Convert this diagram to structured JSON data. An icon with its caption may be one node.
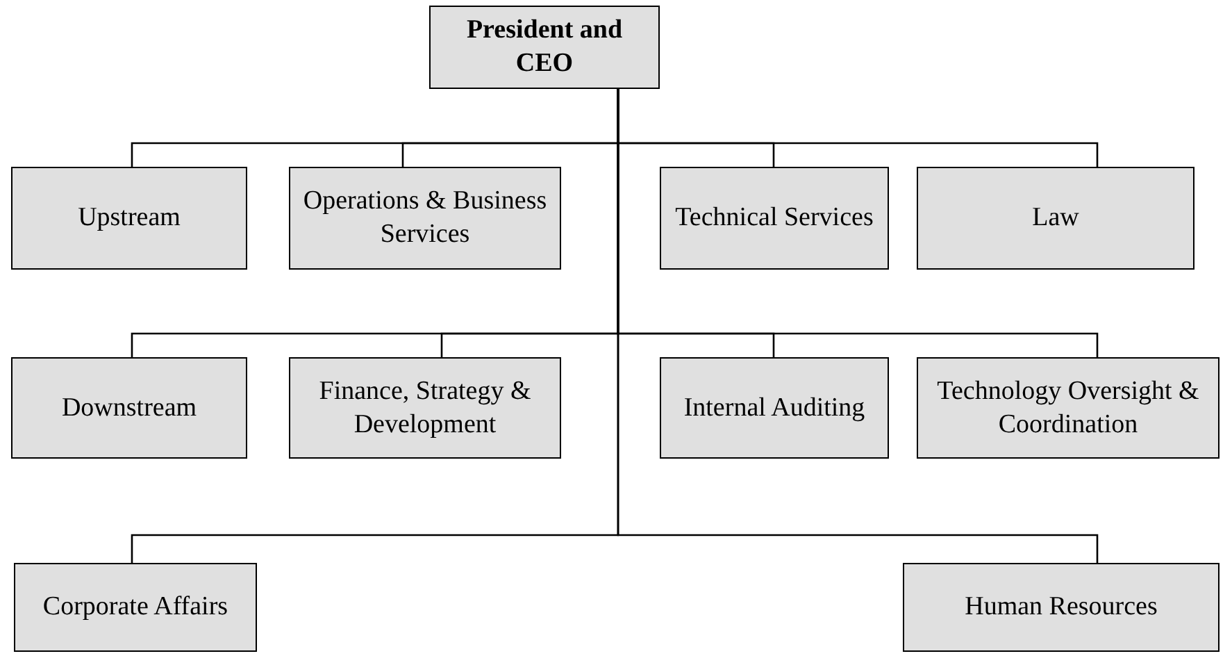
{
  "diagram": {
    "nodes": [
      {
        "text": [
          "President and CEO"
        ]
      },
      {
        "text": [
          "Upstream"
        ]
      },
      {
        "text": [
          "Operations & Business Services"
        ]
      },
      {
        "text": [
          "Technical Services"
        ]
      },
      {
        "text": [
          "Law"
        ]
      },
      {
        "text": [
          "Downstream"
        ]
      },
      {
        "text": [
          "Finance, Strategy & Development"
        ]
      },
      {
        "text": [
          "Internal Auditing"
        ]
      },
      {
        "text": [
          "Technology Oversight & Coordination"
        ]
      },
      {
        "text": [
          "Corporate Affairs"
        ]
      },
      {
        "text": [
          "Human Resources"
        ]
      }
    ],
    "edges": [
      {
        "from": 0,
        "to": 1,
        "arrow": "none"
      },
      {
        "from": 0,
        "to": 2,
        "arrow": "none"
      },
      {
        "from": 0,
        "to": 3,
        "arrow": "none"
      },
      {
        "from": 0,
        "to": 4,
        "arrow": "none"
      },
      {
        "from": 0,
        "to": 5,
        "arrow": "none"
      },
      {
        "from": 0,
        "to": 6,
        "arrow": "none"
      },
      {
        "from": 0,
        "to": 7,
        "arrow": "none"
      },
      {
        "from": 0,
        "to": 8,
        "arrow": "none"
      },
      {
        "from": 0,
        "to": 9,
        "arrow": "none"
      },
      {
        "from": 0,
        "to": 10,
        "arrow": "none"
      }
    ]
  }
}
